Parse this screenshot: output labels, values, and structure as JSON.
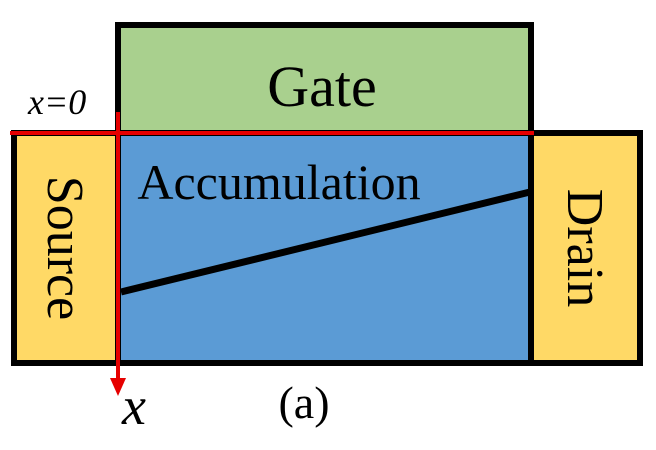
{
  "labels": {
    "gate": "Gate",
    "source": "Source",
    "drain": "Drain",
    "accumulation": "Accumulation",
    "origin": "x=0",
    "axis": "x",
    "caption": "(a)"
  },
  "colors": {
    "gate_fill": "#A9D08E",
    "source_fill": "#FFD966",
    "drain_fill": "#FFD966",
    "channel_fill": "#5B9BD5",
    "outline": "#000000",
    "axis_red": "#E60000"
  }
}
